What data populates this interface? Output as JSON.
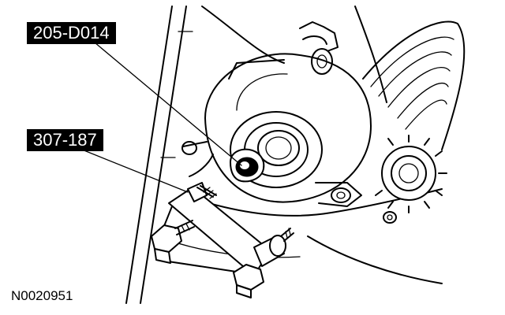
{
  "callouts": [
    {
      "label": "205-D014"
    },
    {
      "label": "307-187"
    }
  ],
  "figure_id": "N0020951"
}
